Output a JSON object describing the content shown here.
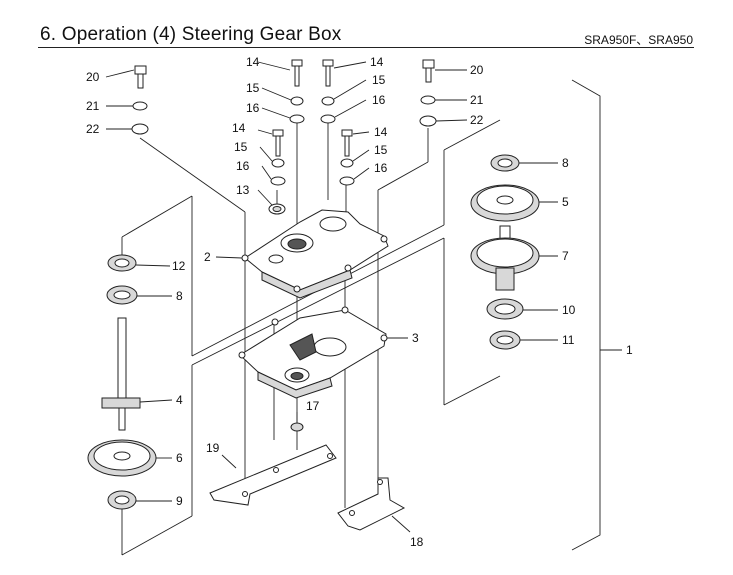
{
  "header": {
    "title": "6. Operation (4) Steering Gear Box",
    "models": "SRA950F、SRA950"
  },
  "callouts": [
    {
      "id": "c20a",
      "label": "20"
    },
    {
      "id": "c21a",
      "label": "21"
    },
    {
      "id": "c22a",
      "label": "22"
    },
    {
      "id": "c14a",
      "label": "14"
    },
    {
      "id": "c15a",
      "label": "15"
    },
    {
      "id": "c16a",
      "label": "16"
    },
    {
      "id": "c14b",
      "label": "14"
    },
    {
      "id": "c15b",
      "label": "15"
    },
    {
      "id": "c16b",
      "label": "16"
    },
    {
      "id": "c20b",
      "label": "20"
    },
    {
      "id": "c21b",
      "label": "21"
    },
    {
      "id": "c22b",
      "label": "22"
    },
    {
      "id": "c14c",
      "label": "14"
    },
    {
      "id": "c15c",
      "label": "15"
    },
    {
      "id": "c16c",
      "label": "16"
    },
    {
      "id": "c14d",
      "label": "14"
    },
    {
      "id": "c15d",
      "label": "15"
    },
    {
      "id": "c16d",
      "label": "16"
    },
    {
      "id": "c13",
      "label": "13"
    },
    {
      "id": "c8a",
      "label": "8"
    },
    {
      "id": "c5",
      "label": "5"
    },
    {
      "id": "c2",
      "label": "2"
    },
    {
      "id": "c7",
      "label": "7"
    },
    {
      "id": "c12",
      "label": "12"
    },
    {
      "id": "c8b",
      "label": "8"
    },
    {
      "id": "c10",
      "label": "10"
    },
    {
      "id": "c3",
      "label": "3"
    },
    {
      "id": "c11",
      "label": "11"
    },
    {
      "id": "c1",
      "label": "1"
    },
    {
      "id": "c4",
      "label": "4"
    },
    {
      "id": "c17",
      "label": "17"
    },
    {
      "id": "c6",
      "label": "6"
    },
    {
      "id": "c19",
      "label": "19"
    },
    {
      "id": "c9",
      "label": "9"
    },
    {
      "id": "c18",
      "label": "18"
    }
  ]
}
